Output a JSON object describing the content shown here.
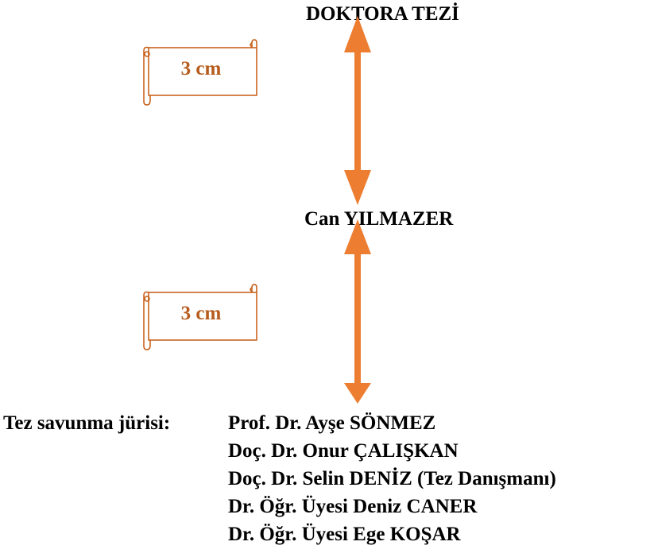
{
  "thesis_title": "DOKTORA TEZİ",
  "author_name": "Can YILMAZER",
  "margin_notes": [
    {
      "label": "3 cm"
    },
    {
      "label": "3 cm"
    }
  ],
  "colors": {
    "arrow": "#ed7d31",
    "scroll_outline": "#c55a11",
    "scroll_text": "#b75b1c"
  },
  "icons": {
    "margin_note": "scroll-icon",
    "distance": "double-arrow-icon"
  },
  "jury": {
    "label": "Tez savunma jürisi:",
    "members": [
      "Prof. Dr. Ayşe SÖNMEZ",
      "Doç. Dr. Onur ÇALIŞKAN",
      "Doç. Dr. Selin DENİZ (Tez Danışmanı)",
      "Dr. Öğr. Üyesi Deniz CANER",
      "Dr. Öğr. Üyesi Ege KOŞAR"
    ]
  }
}
